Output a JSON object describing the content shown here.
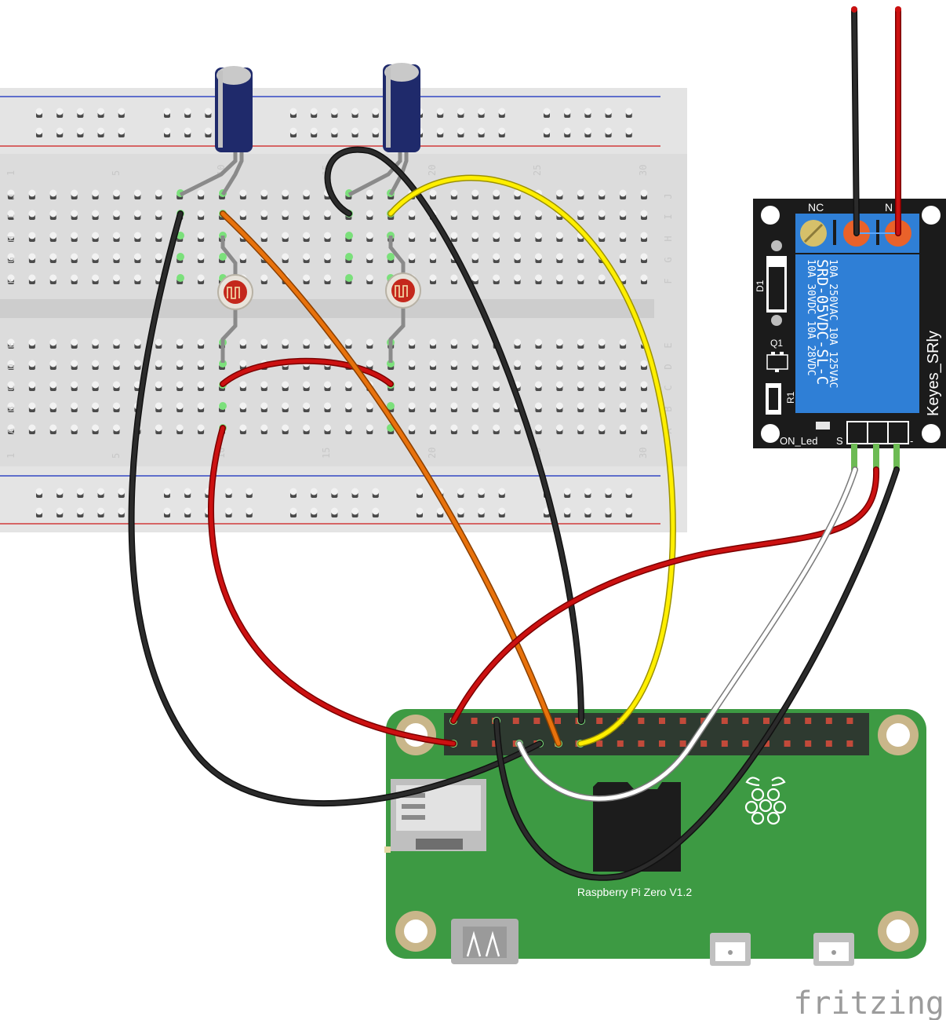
{
  "breadboard": {
    "column_numbers_top": [
      "1",
      "5",
      "10",
      "15",
      "20",
      "25",
      "30"
    ],
    "column_numbers_bottom": [
      "1",
      "5",
      "10",
      "15",
      "20",
      "25",
      "30"
    ],
    "row_letters_top": [
      "J",
      "I",
      "H",
      "G",
      "F"
    ],
    "row_letters_bottom": [
      "E",
      "D",
      "C",
      "B",
      "A"
    ]
  },
  "relay": {
    "terminal_nc": "NC",
    "terminal_no": "N",
    "model_line": "SRD-05VDC-SL-C",
    "rating_line_1": "10A 250VAC  10A 125VAC",
    "rating_line_2": "10A 30VDC  10A 28VDC",
    "brand": "Keyes_SRly",
    "label_d1": "D1",
    "label_q1": "Q1",
    "label_r1": "R1",
    "label_led": "ON_Led",
    "pin_s": "S",
    "pin_minus": "-"
  },
  "pi": {
    "label": "Raspberry Pi Zero V1.2"
  },
  "footer": {
    "logo": "fritzing"
  },
  "colors": {
    "wire_red": "#cc1111",
    "wire_black": "#2b2b2b",
    "wire_orange": "#e8720c",
    "wire_yellow": "#ffef00",
    "wire_white": "#ffffff",
    "pcb_green": "#3d9a43",
    "relay_blue": "#2f7fd6",
    "capacitor": "#1f2a6b"
  }
}
